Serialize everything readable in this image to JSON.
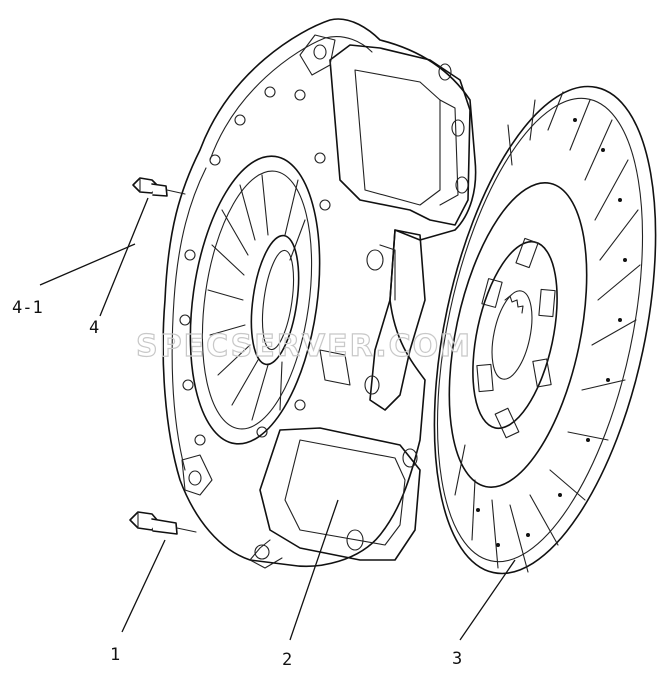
{
  "callouts": {
    "part_4_1": "4-1",
    "part_4": "4",
    "part_1": "1",
    "part_2": "2",
    "part_3": "3"
  },
  "watermark": "SPECSERVER.COM"
}
